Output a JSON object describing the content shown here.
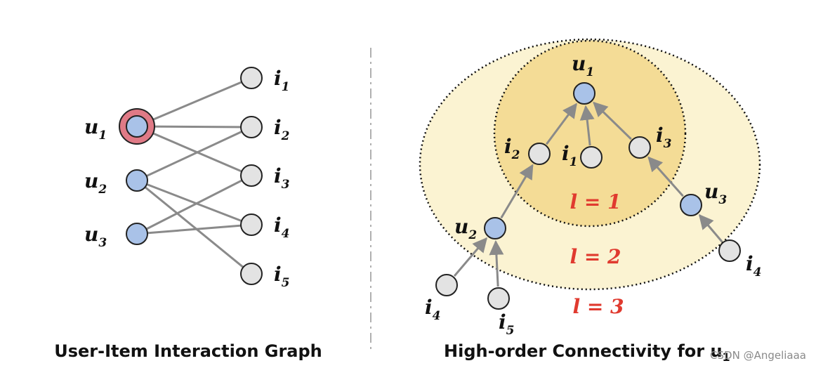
{
  "left_graph": {
    "caption": "User-Item Interaction Graph",
    "users": [
      {
        "id": "u1",
        "base": "u",
        "sub": "1",
        "highlighted": true
      },
      {
        "id": "u2",
        "base": "u",
        "sub": "2",
        "highlighted": false
      },
      {
        "id": "u3",
        "base": "u",
        "sub": "3",
        "highlighted": false
      }
    ],
    "items": [
      {
        "id": "i1",
        "base": "i",
        "sub": "1"
      },
      {
        "id": "i2",
        "base": "i",
        "sub": "2"
      },
      {
        "id": "i3",
        "base": "i",
        "sub": "3"
      },
      {
        "id": "i4",
        "base": "i",
        "sub": "4"
      },
      {
        "id": "i5",
        "base": "i",
        "sub": "5"
      }
    ],
    "edges": [
      [
        "u1",
        "i1"
      ],
      [
        "u1",
        "i2"
      ],
      [
        "u1",
        "i3"
      ],
      [
        "u2",
        "i2"
      ],
      [
        "u2",
        "i4"
      ],
      [
        "u2",
        "i5"
      ],
      [
        "u3",
        "i3"
      ],
      [
        "u3",
        "i4"
      ]
    ]
  },
  "right_graph": {
    "caption": "High-order Connectivity for u",
    "caption_sub": "1",
    "layer_labels": [
      "l = 1",
      "l = 2",
      "l = 3"
    ],
    "nodes": [
      {
        "id": "u1",
        "base": "u",
        "sub": "1",
        "type": "user"
      },
      {
        "id": "i2",
        "base": "i",
        "sub": "2",
        "type": "item"
      },
      {
        "id": "i1",
        "base": "i",
        "sub": "1",
        "type": "item"
      },
      {
        "id": "i3",
        "base": "i",
        "sub": "3",
        "type": "item"
      },
      {
        "id": "u2",
        "base": "u",
        "sub": "2",
        "type": "user"
      },
      {
        "id": "u3",
        "base": "u",
        "sub": "3",
        "type": "user"
      },
      {
        "id": "i4a",
        "base": "i",
        "sub": "4",
        "type": "item"
      },
      {
        "id": "i5",
        "base": "i",
        "sub": "5",
        "type": "item"
      },
      {
        "id": "i4b",
        "base": "i",
        "sub": "4",
        "type": "item"
      }
    ],
    "edges": [
      [
        "i2",
        "u1"
      ],
      [
        "i1",
        "u1"
      ],
      [
        "i3",
        "u1"
      ],
      [
        "u2",
        "i2"
      ],
      [
        "u3",
        "i3"
      ],
      [
        "i4a",
        "u2"
      ],
      [
        "i5",
        "u2"
      ],
      [
        "i4b",
        "u3"
      ]
    ]
  },
  "colors": {
    "user_fill": "#a9c2e8",
    "item_fill": "#e3e3e3",
    "highlight_ring": "#e07a86",
    "layer_label": "#e03a2f",
    "edge": "#8a8a8a",
    "inner_region": "#f4dc96",
    "outer_region": "#fbf3d2"
  },
  "watermark": "CSDN @Angeliaaa"
}
